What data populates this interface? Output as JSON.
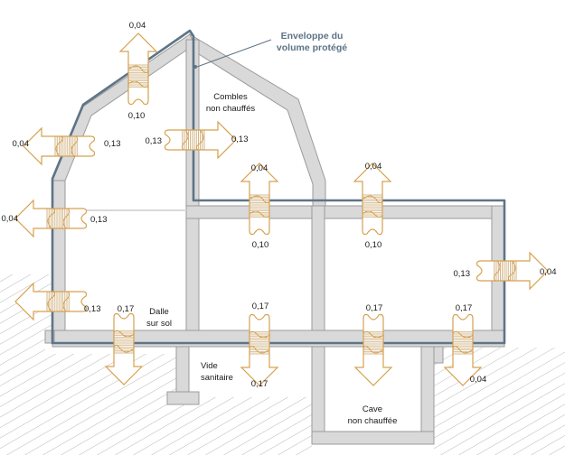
{
  "colors": {
    "envelope": "#5e7487",
    "wall_fill": "#d9d9d9",
    "wall_edge": "#9b9b9b",
    "arrow": "#d6a14f",
    "hatch": "#c8a46a",
    "ground_hatch": "#a5a5a5"
  },
  "labels": {
    "envelope_line1": "Enveloppe du",
    "envelope_line2": "volume protégé",
    "attic_line1": "Combles",
    "attic_line2": "non chauffés",
    "slab_line1": "Dalle",
    "slab_line2": "sur sol",
    "crawl_line1": "Vide",
    "crawl_line2": "sanitaire",
    "cellar_line1": "Cave",
    "cellar_line2": "non chauffée"
  },
  "flows": [
    {
      "id": "roof-top",
      "in": "0,04",
      "out": "0,10"
    },
    {
      "id": "roof-mid",
      "in": "0,04",
      "out": "0,13"
    },
    {
      "id": "attic-wall",
      "in": "0,13",
      "out": "0,13"
    },
    {
      "id": "left-wall",
      "in": "0,04",
      "out": "0,13"
    },
    {
      "id": "ground-wall",
      "out": "0,13"
    },
    {
      "id": "ceiling-1",
      "in": "0,04",
      "out": "0,10"
    },
    {
      "id": "ceiling-2",
      "in": "0,04",
      "out": "0,10"
    },
    {
      "id": "right-wall",
      "in": "0,13",
      "out": "0,04"
    },
    {
      "id": "slab-on-ground",
      "in": "0,17"
    },
    {
      "id": "floor-crawl",
      "in": "0,17",
      "out": "0,17"
    },
    {
      "id": "floor-cellar",
      "in": "0,17"
    },
    {
      "id": "floor-right",
      "in": "0,17",
      "out": "0,04"
    }
  ]
}
